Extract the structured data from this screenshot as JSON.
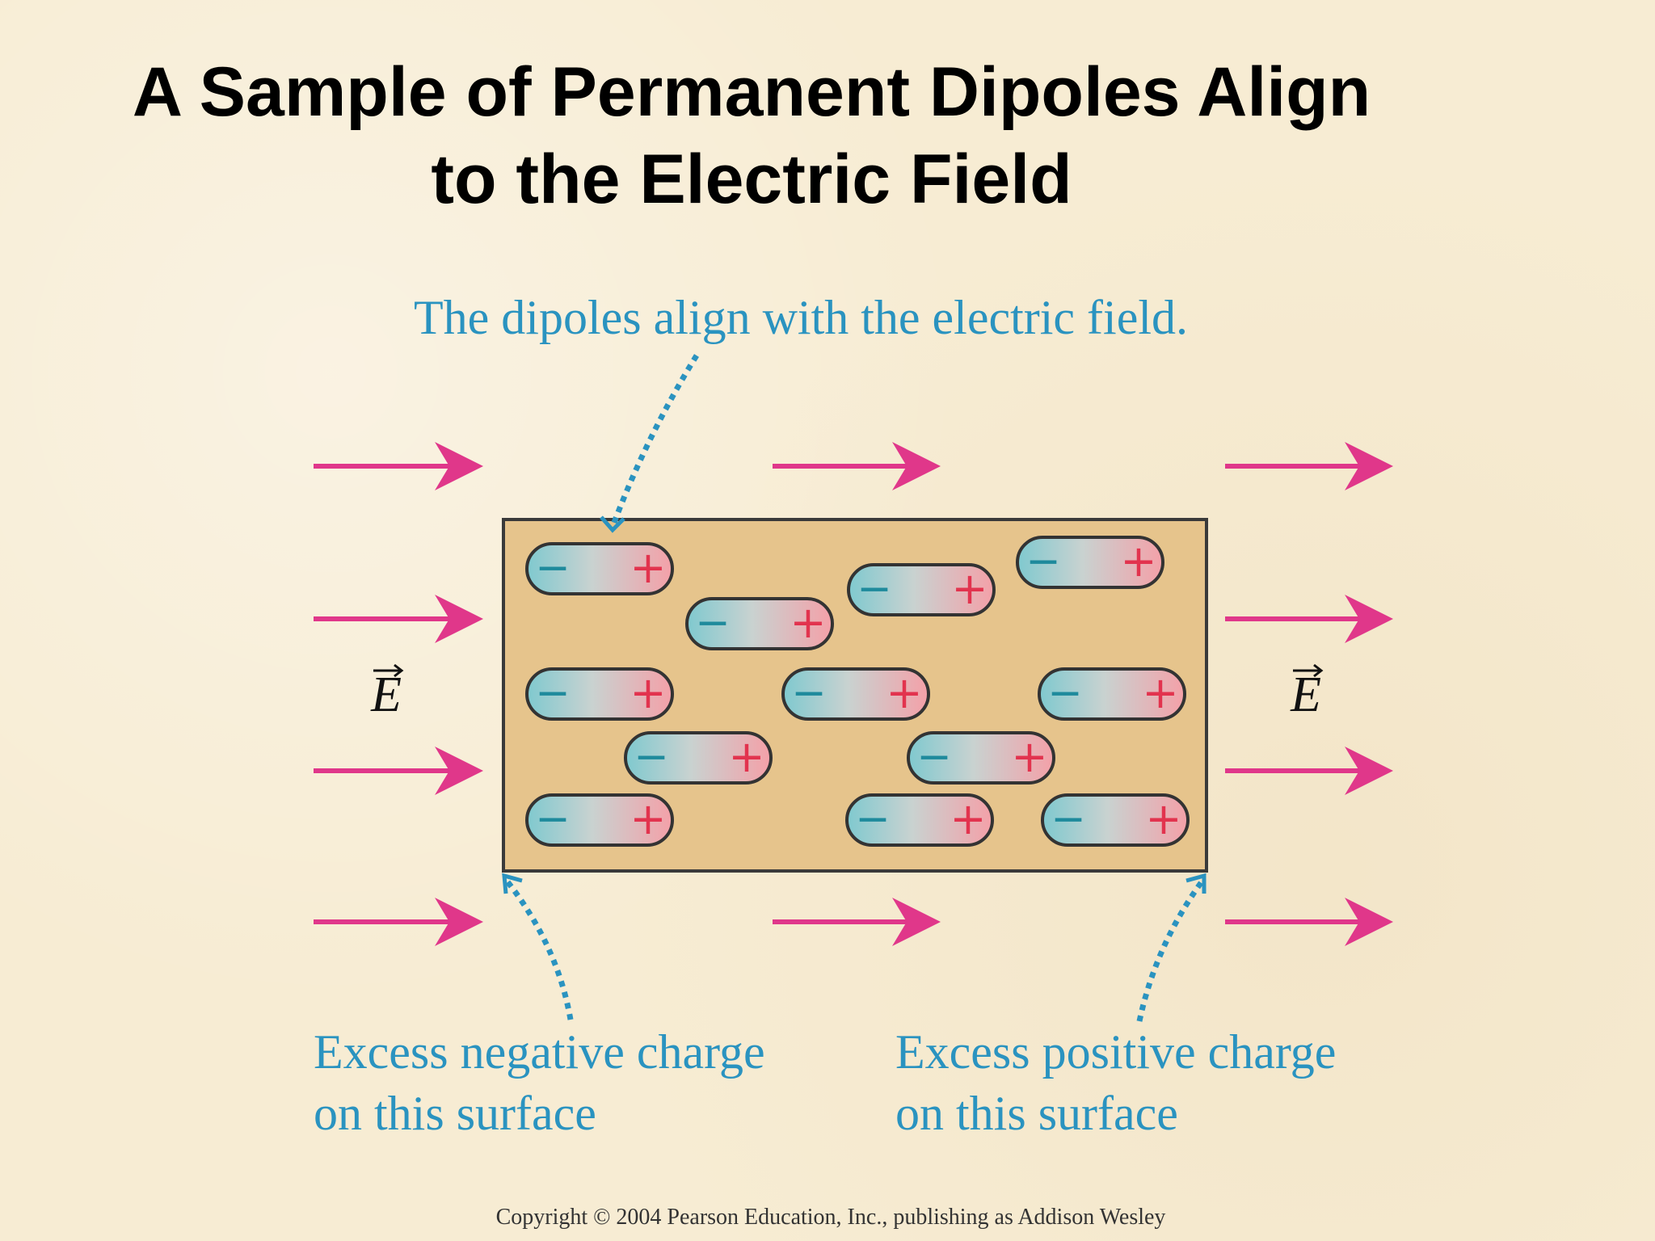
{
  "slide": {
    "title_line1": "A Sample of Permanent Dipoles Align",
    "title_line2": "to the Electric Field"
  },
  "diagram": {
    "top_label": "The dipoles align with the electric field.",
    "left_label_line1": "Excess negative charge",
    "left_label_line2": "on this surface",
    "right_label_line1": "Excess positive charge",
    "right_label_line2": "on this surface",
    "field_symbol": "E",
    "negative_sign": "−",
    "positive_sign": "+",
    "copyright": "Copyright © 2004 Pearson Education, Inc., publishing as Addison Wesley"
  },
  "colors": {
    "field_arrow": "#e0378a",
    "label_blue": "#2a93c0",
    "slab_fill": "#e6c48c",
    "negative_end": "#7fc9cf",
    "positive_end": "#f0a0a6"
  }
}
